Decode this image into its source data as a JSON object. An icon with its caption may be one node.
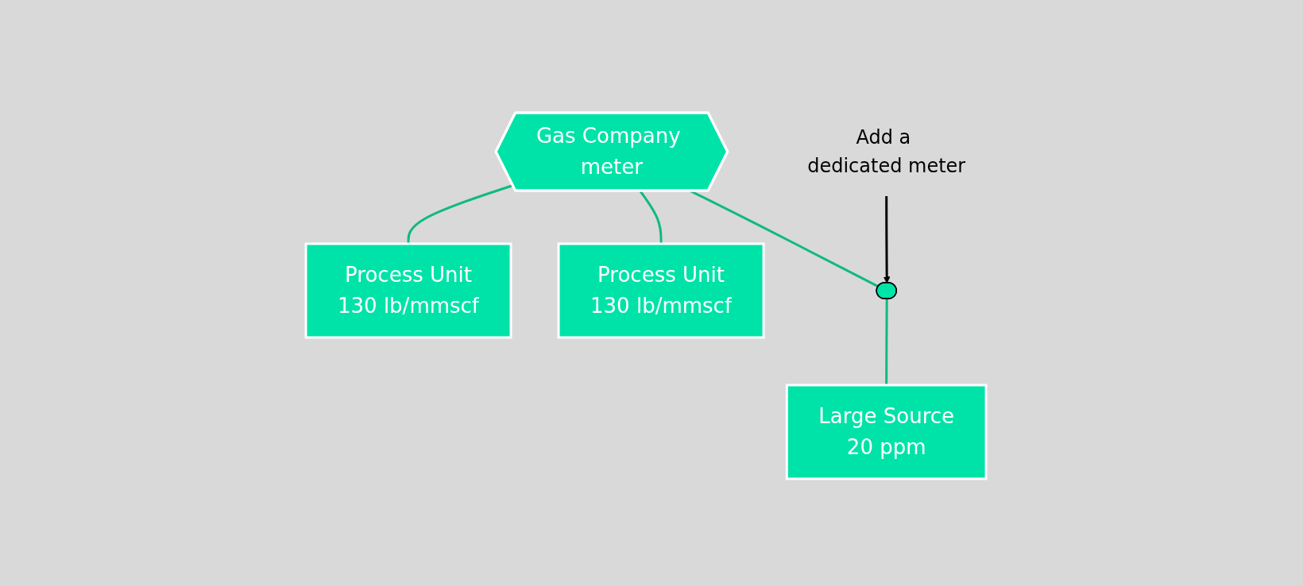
{
  "diagram": {
    "nodes": [
      {
        "text": [
          "Gas Company meter"
        ]
      },
      {
        "text": [
          "Process Unit",
          "130 lb/mmscf"
        ]
      },
      {
        "text": [
          "Process Unit",
          "130 lb/mmscf"
        ]
      },
      {
        "text": [
          "Large Source",
          "20 ppm"
        ]
      },
      {
        "text": [],
        "shape": "box"
      },
      {
        "text": [
          "Add a dedicated meter"
        ]
      }
    ],
    "edges": [
      {
        "from": 0,
        "to": 1,
        "arrow": "none"
      },
      {
        "from": 0,
        "to": 2,
        "arrow": "none"
      },
      {
        "from": 0,
        "to": 4,
        "arrow": "none"
      },
      {
        "from": 4,
        "to": 3,
        "arrow": "none"
      },
      {
        "from": 5,
        "to": 4,
        "arrow": "to",
        "color": "#000000"
      }
    ]
  }
}
